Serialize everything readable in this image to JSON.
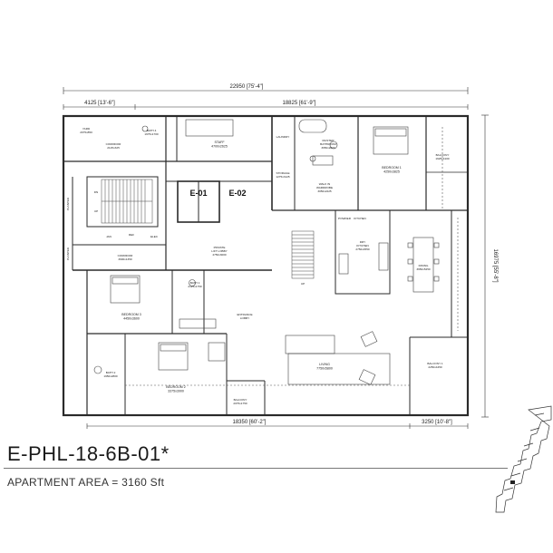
{
  "unit_code": "E-PHL-18-6B-01*",
  "apartment_area": "APARTMENT AREA  = 3160 Sft",
  "dimensions": {
    "overall_width": "22950 [75'-4\"]",
    "left_segment": "4125 [13'-6\"]",
    "right_segment": "18825 [61'-9\"]",
    "bottom_main": "18350 [60'-2\"]",
    "bottom_right": "3250 [10'-8\"]",
    "overall_depth": "16975 [55'-8\"]"
  },
  "rooms": {
    "yard": [
      "YARD",
      "2075x850"
    ],
    "bath4": [
      "BATH 4",
      "1675x1700"
    ],
    "staff": [
      "STAFF",
      "4700x2625"
    ],
    "laundry": [
      "LAUNDRY"
    ],
    "master_bath": [
      "MASTER",
      "BATHROOM",
      "3650x2800"
    ],
    "bedroom1": [
      "BEDROOM 1",
      "4250x3825"
    ],
    "balcony_top": [
      "BALCONY",
      "1625x4100"
    ],
    "corridor_top": [
      "CORRIDOR",
      "2125x325"
    ],
    "storage": [
      "STORAGE",
      "1275x3125"
    ],
    "walk_in_wardrobe": [
      "WALK IN",
      "WARDROBE",
      "3050x2225"
    ],
    "lift_e01": "E-01",
    "lift_e02": "E-02",
    "private_lift_lobby": [
      "PRIVATE",
      "LIFT LOBBY",
      "4750x3000"
    ],
    "powder": "POWDER",
    "kitchen": "KITCHEN",
    "dry_kitchen": [
      "DRY",
      "KITCHEN",
      "2750x4550"
    ],
    "dining": [
      "DINING",
      "3650x5250"
    ],
    "planter1": "PLANTER",
    "planter2": "PLANTER",
    "dn": "DN",
    "up": "UP",
    "up2": "UP",
    "jan": "JAN",
    "elec": "ELEC",
    "ref": "REF",
    "corridor": [
      "CORRIDOR",
      "3900x1350"
    ],
    "bath1": [
      "BATH 1",
      "2125x1750"
    ],
    "bedroom3": [
      "BEDROOM 3",
      "4450x3600"
    ],
    "entrance_lobby": [
      "ENTRANCE",
      "LOBBY"
    ],
    "bath2": [
      "BATH 2",
      "1950x2800"
    ],
    "bedroom2": [
      "BEDROOM 2",
      "3375x3900"
    ],
    "living": [
      "LIVING",
      "7750x5800"
    ],
    "balcony1": [
      "BALCONY 1",
      "2250x4450"
    ],
    "balcony_bottom": [
      "BALCONY",
      "2075x1750"
    ]
  }
}
